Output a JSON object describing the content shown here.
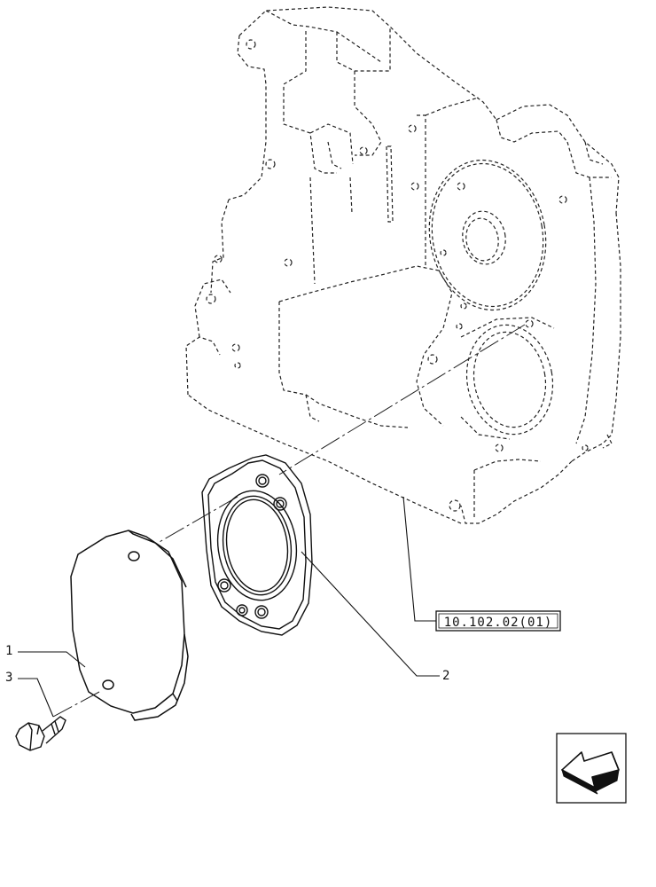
{
  "callouts": {
    "part_1": "1",
    "part_2": "2",
    "part_3": "3"
  },
  "reference_box": {
    "text": "10.102.02(01)"
  },
  "nav_icon": {
    "name": "previous-page-arrow-icon"
  },
  "colors": {
    "ink": "#111111",
    "background": "#ffffff"
  }
}
